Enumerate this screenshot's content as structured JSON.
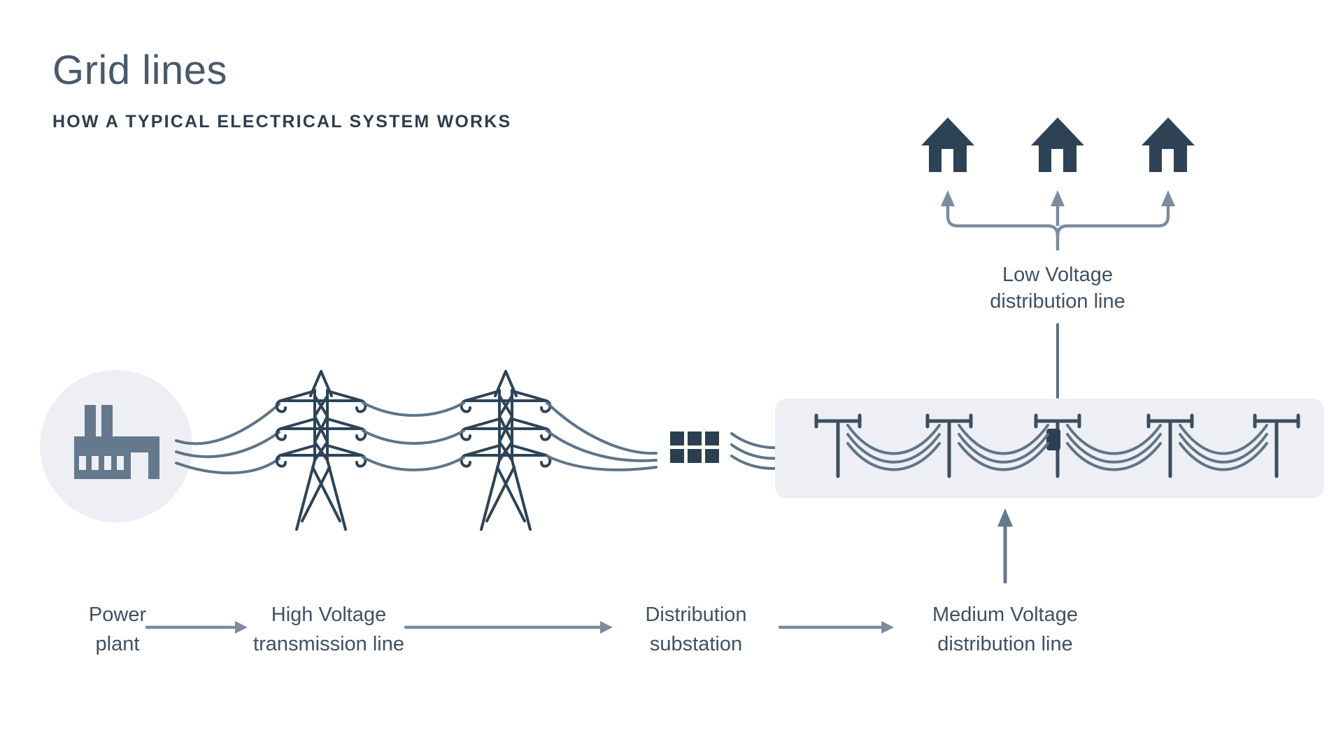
{
  "header": {
    "title": "Grid lines",
    "subtitle": "HOW A TYPICAL ELECTRICAL SYSTEM WORKS"
  },
  "flow": {
    "steps": [
      {
        "id": "power-plant",
        "label": "Power\nplant"
      },
      {
        "id": "high-voltage-transmission-line",
        "label": "High Voltage\ntransmission line"
      },
      {
        "id": "distribution-substation",
        "label": "Distribution\nsubstation"
      },
      {
        "id": "medium-voltage-distribution-line",
        "label": "Medium Voltage\ndistribution line"
      }
    ]
  },
  "low_voltage": {
    "label": "Low Voltage\ndistribution line"
  },
  "icons": {
    "factory-icon": "power plant factory silhouette in circle",
    "transmission-tower-icon": "lattice pylon line art (x2)",
    "power-line-icon": "three sagging catenary wires",
    "substation-grid-icon": "3x2 grid of dark squares",
    "utility-pole-icon": "T-shaped pole with crossbar (x5)",
    "transformer-icon": "dark box mounted on third pole",
    "house-icon": "solid house with door notch (x3)",
    "arrow-right-icon": "flow arrow between step labels (x3)",
    "arrow-up-icon": "arrow from label to distribution panel",
    "branch-connector-icon": "one-to-three split with up arrows to houses"
  },
  "colors": {
    "background": "#ffffff",
    "title_text": "#49596b",
    "subtitle_text": "#2c3d4d",
    "label_text": "#3e5163",
    "icon_dark_navy": "#2d4254",
    "icon_slate": "#64798c",
    "wire_slate": "#5f7487",
    "arrow_gray": "#7b8c9e",
    "panel_light": "#edeff4"
  }
}
